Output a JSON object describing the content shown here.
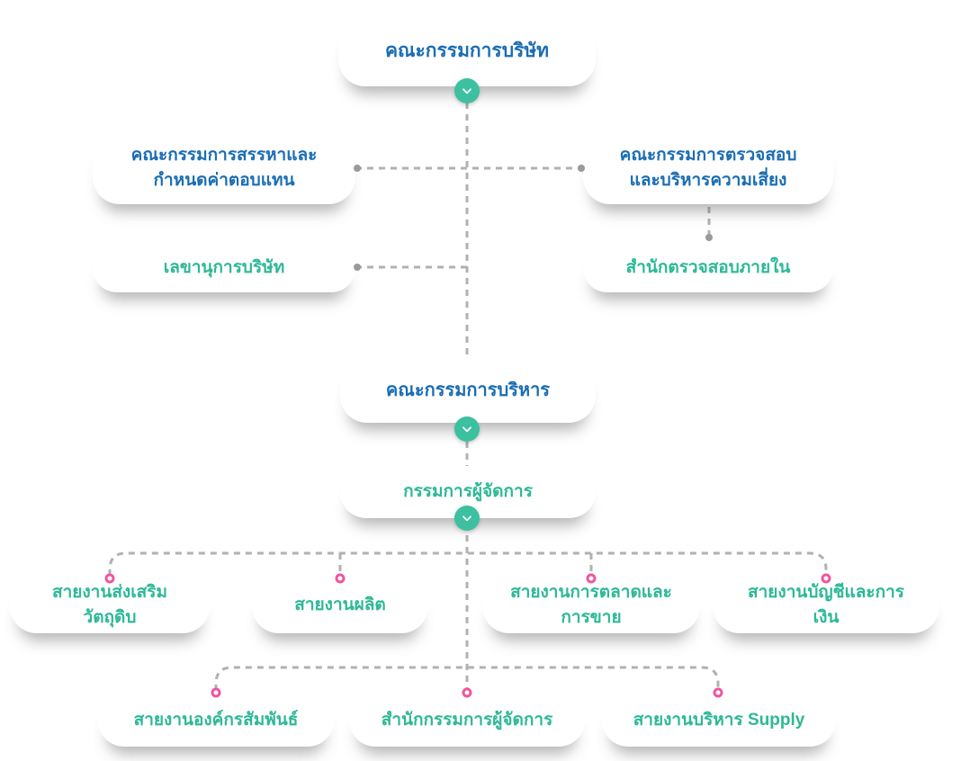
{
  "chart_type": "org-chart",
  "colors": {
    "committee_text_blue": "#1a6db4",
    "division_text_teal": "#2db897",
    "chevron_toggle_bg": "#3cc0a0",
    "connector_dash": "#b1b1b1",
    "connector_dot_gray": "#9a9a9a",
    "connector_dot_pink": "#f0559e",
    "card_bg": "#ffffff"
  },
  "nodes": {
    "board": {
      "label": "คณะกรรมการบริษัท"
    },
    "nomination": {
      "label": "คณะกรรมการสรรหาและกำหนดค่าตอบแทน"
    },
    "audit_risk": {
      "label": "คณะกรรมการตรวจสอบและบริหารความเสี่ยง"
    },
    "secretary": {
      "label": "เลขานุการบริษัท"
    },
    "internal_audit": {
      "label": "สำนักตรวจสอบภายใน"
    },
    "executive_board": {
      "label": "คณะกรรมการบริหาร"
    },
    "managing_director": {
      "label": "กรรมการผู้จัดการ"
    },
    "raw_material": {
      "label": "สายงานส่งเสริมวัตถุดิบ"
    },
    "production": {
      "label": "สายงานผลิต"
    },
    "marketing_sales": {
      "label": "สายงานการตลาดและการขาย"
    },
    "accounting_finance": {
      "label": "สายงานบัญชีและการเงิน"
    },
    "corporate_relations": {
      "label": "สายงานองค์กรสัมพันธ์"
    },
    "md_office": {
      "label": "สำนักกรรมการผู้จัดการ"
    },
    "supply_management": {
      "label": "สายงานบริหาร Supply"
    }
  }
}
